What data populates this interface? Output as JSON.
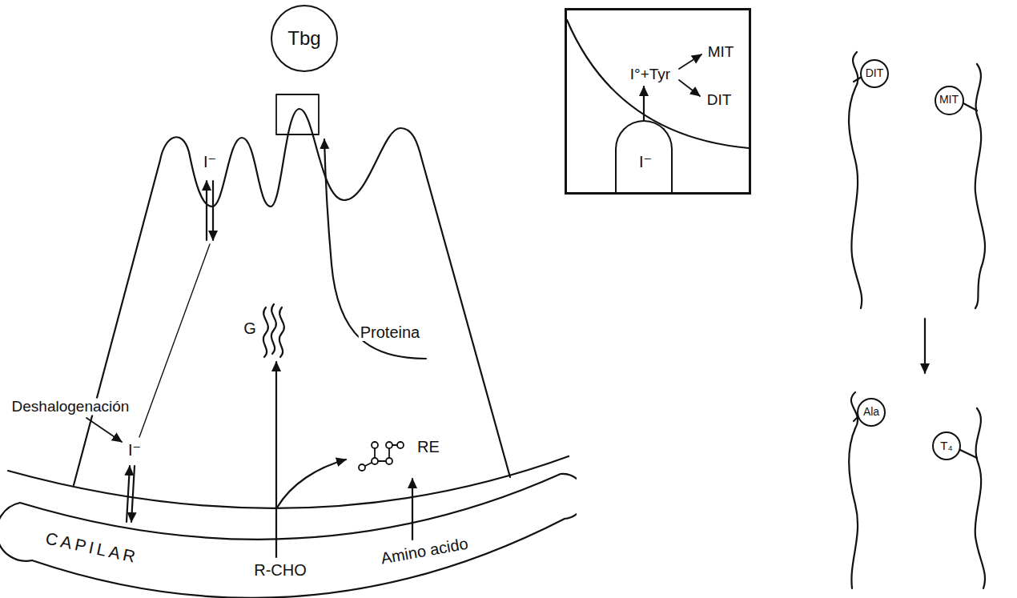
{
  "diagram": {
    "nodes": [
      {
        "text": [
          "Tbg"
        ]
      },
      {
        "text": [
          "I°+Tyr",
          "MIT",
          "DIT"
        ]
      },
      {
        "text": [
          "I⁻"
        ],
        "in": 1
      },
      {
        "text": [
          "DIT"
        ]
      },
      {
        "text": [
          "MIT"
        ]
      },
      {
        "text": [
          "Ala"
        ]
      },
      {
        "text": [
          "T₄"
        ]
      },
      {
        "text": [
          "CAPILAR",
          "R-CHO",
          "Amino acido"
        ]
      }
    ],
    "labels": [
      "I⁻",
      "Deshalogenación",
      "I⁻",
      "G",
      "Proteina",
      "RE"
    ]
  }
}
